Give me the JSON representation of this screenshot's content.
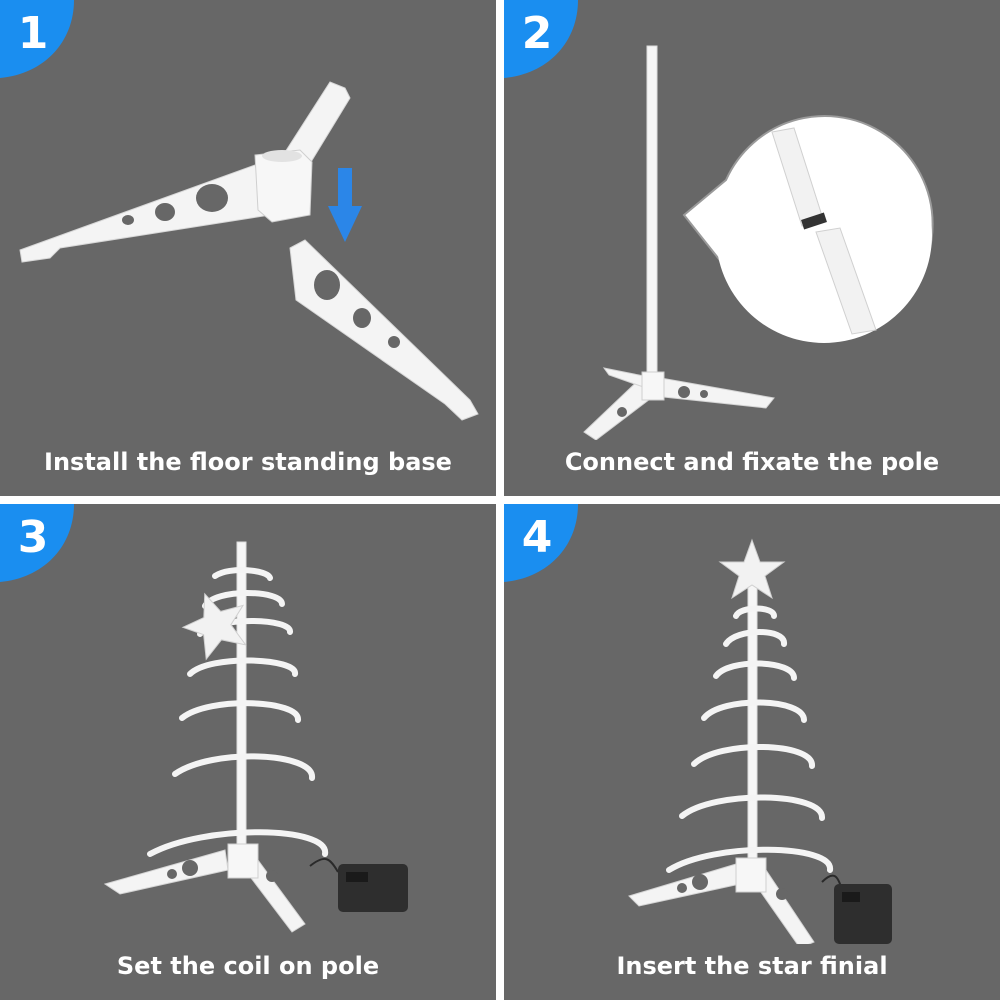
{
  "colors": {
    "panel_bg": "#676767",
    "badge": "#1a8ef0",
    "text": "#ffffff",
    "arrow": "#2b86e8"
  },
  "steps": [
    {
      "number": "1",
      "caption": "Install the floor standing base"
    },
    {
      "number": "2",
      "caption": "Connect and fixate the pole"
    },
    {
      "number": "3",
      "caption": "Set the coil on pole"
    },
    {
      "number": "4",
      "caption": "Insert the star finial"
    }
  ]
}
